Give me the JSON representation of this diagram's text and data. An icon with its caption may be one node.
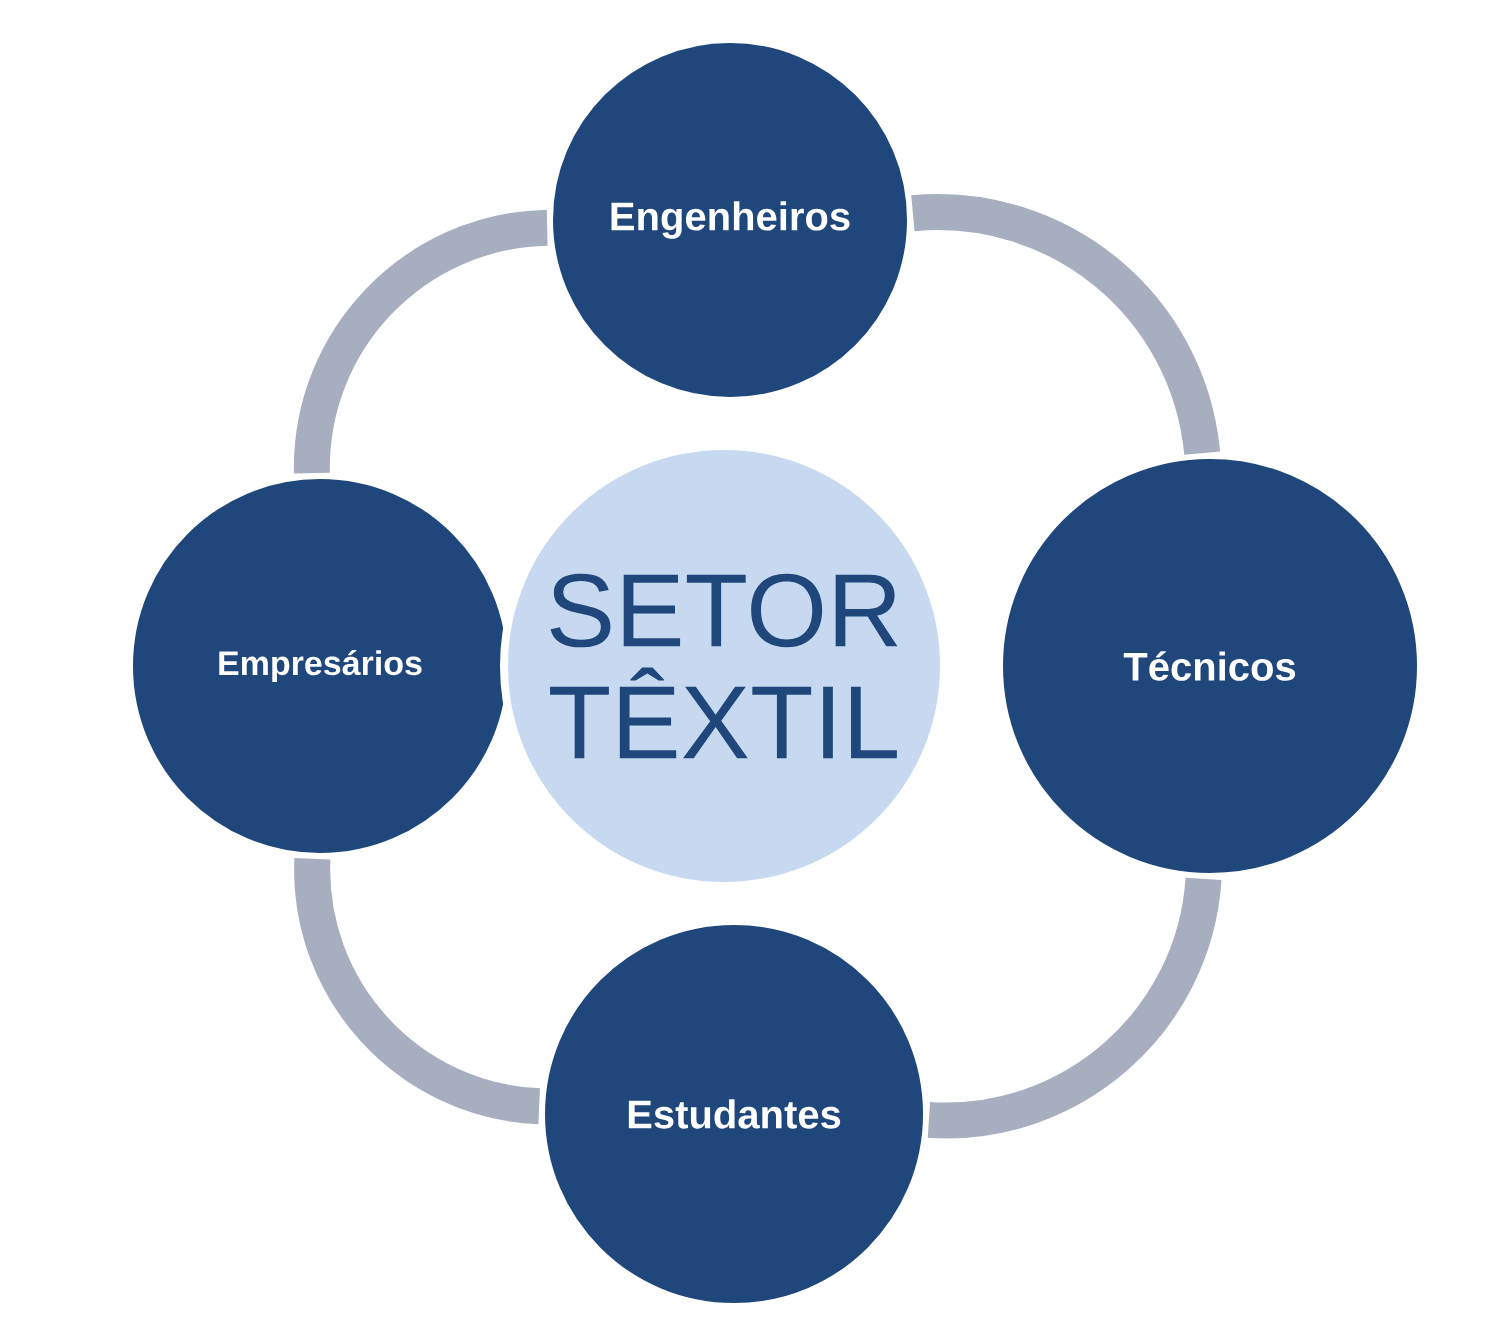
{
  "diagram": {
    "nodes": [
      {
        "text": [
          "Engenheiros"
        ]
      },
      {
        "text": [
          "Empresários"
        ]
      },
      {
        "text": [
          "SETOR TÊXTIL"
        ]
      },
      {
        "text": [
          "Técnicos"
        ]
      },
      {
        "text": [
          "Estudantes"
        ]
      }
    ],
    "edges": [
      {
        "from": 0,
        "to": 3,
        "arrow": "none"
      },
      {
        "from": 3,
        "to": 4,
        "arrow": "none"
      },
      {
        "from": 4,
        "to": 1,
        "arrow": "none"
      },
      {
        "from": 1,
        "to": 0,
        "arrow": "none"
      }
    ]
  }
}
